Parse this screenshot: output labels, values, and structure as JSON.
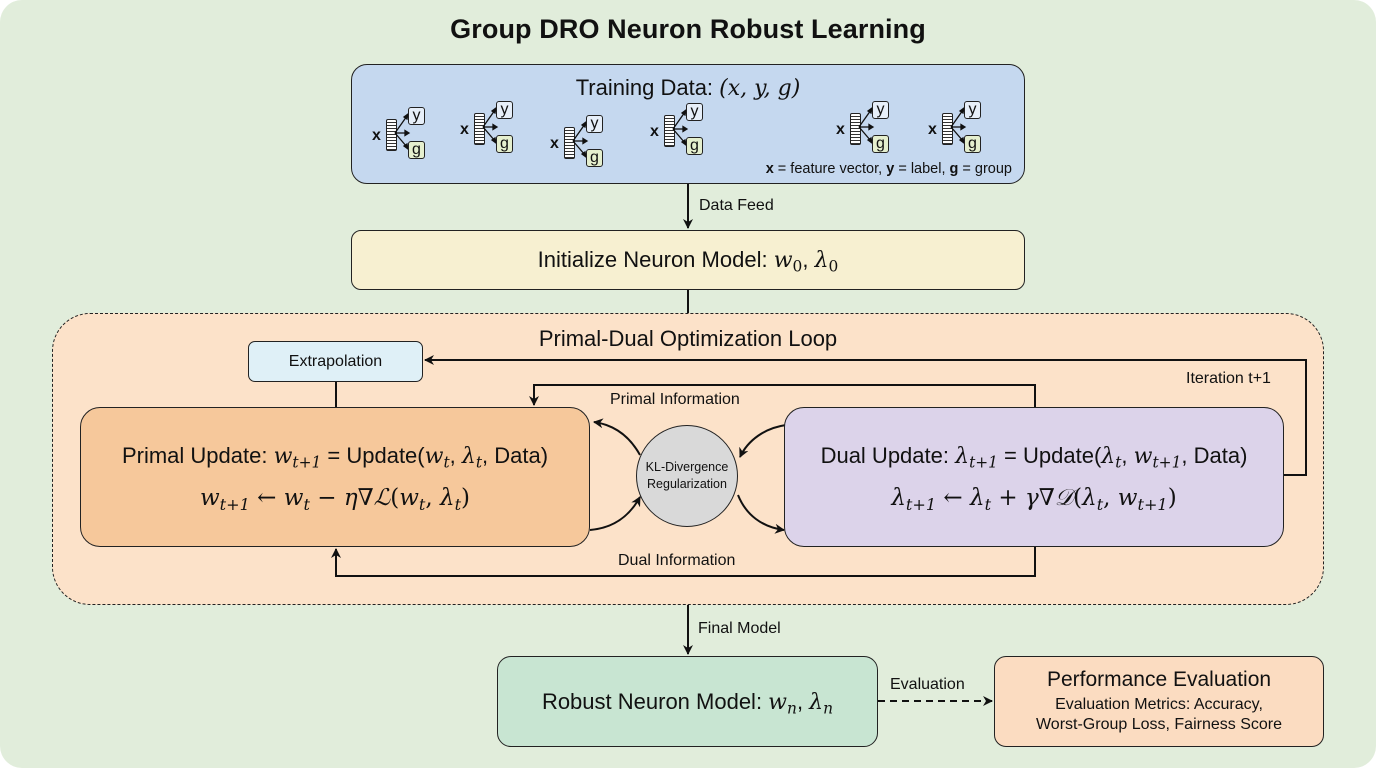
{
  "title": "Group DRO Neuron Robust Learning",
  "colors": {
    "background": "#e1eddb",
    "training_box": "#c5d8ef",
    "init_box": "#f7f0d1",
    "loop_region": "#fce2c9",
    "extrapolation_box": "#dff0f7",
    "primal_box": "#f6c89b",
    "dual_box": "#dcd3ea",
    "kl_circle": "#d9d9d9",
    "robust_box": "#c8e5d2",
    "performance_box": "#fbdcc1"
  },
  "training": {
    "label": "Training Data: ",
    "math": "(x, y, g)",
    "samples": [
      {
        "x": "x",
        "y": "y",
        "g": "g"
      },
      {
        "x": "x",
        "y": "y",
        "g": "g"
      },
      {
        "x": "x",
        "y": "y",
        "g": "g"
      },
      {
        "x": "x",
        "y": "y",
        "g": "g"
      },
      {
        "x": "x",
        "y": "y",
        "g": "g"
      },
      {
        "x": "x",
        "y": "y",
        "g": "g"
      }
    ],
    "legend": {
      "x_key": "x",
      "x_desc": " = feature vector, ",
      "y_key": "y",
      "y_desc": " = label, ",
      "g_key": "g",
      "g_desc": " = group"
    }
  },
  "edges": {
    "data_feed": "Data Feed",
    "final_model": "Final Model",
    "evaluation": "Evaluation",
    "primal_information": "Primal Information",
    "dual_information": "Dual Information",
    "iteration": "Iteration t+1"
  },
  "init": {
    "label": "Initialize Neuron Model: ",
    "w": "w",
    "w_sub": "0",
    "sep": ", ",
    "lambda": "λ",
    "lambda_sub": "0"
  },
  "loop": {
    "title": "Primal-Dual Optimization Loop",
    "extrapolation": "Extrapolation",
    "kl": [
      "KL-Divergence",
      "Regularization"
    ],
    "primal": {
      "label": "Primal Update: ",
      "eq1_lhs": "w",
      "eq1_lhs_sub": "t+1",
      "eq1_mid": " = Update(",
      "eq1_args": [
        {
          "v": "w",
          "s": "t"
        },
        {
          "v": "λ",
          "s": "t"
        }
      ],
      "eq1_end": "Data)",
      "eq2": {
        "lhs": "w",
        "lhs_sub": "t+1",
        "arrow": " ← ",
        "a": "w",
        "a_sub": "t",
        "op": " − ",
        "coef": "η∇",
        "fn": "ℒ",
        "args": [
          {
            "v": "w",
            "s": "t"
          },
          {
            "v": "λ",
            "s": "t"
          }
        ]
      }
    },
    "dual": {
      "label": "Dual Update: ",
      "eq1_lhs": "λ",
      "eq1_lhs_sub": "t+1",
      "eq1_mid": " = Update(",
      "eq1_args": [
        {
          "v": "λ",
          "s": "t"
        },
        {
          "v": "w",
          "s": "t+1"
        }
      ],
      "eq1_end": "Data)",
      "eq2": {
        "lhs": "λ",
        "lhs_sub": "t+1",
        "arrow": " ← ",
        "a": "λ",
        "a_sub": "t",
        "op": " + ",
        "coef": "γ∇",
        "fn": "𝒟",
        "args": [
          {
            "v": "λ",
            "s": "t"
          },
          {
            "v": "w",
            "s": "t+1"
          }
        ]
      }
    }
  },
  "robust": {
    "label": "Robust Neuron Model: ",
    "w": "w",
    "w_sub": "n",
    "sep": ", ",
    "lambda": "λ",
    "lambda_sub": "n"
  },
  "performance": {
    "title": "Performance Evaluation",
    "line1": "Evaluation Metrics: Accuracy,",
    "line2": "Worst-Group Loss, Fairness Score"
  }
}
